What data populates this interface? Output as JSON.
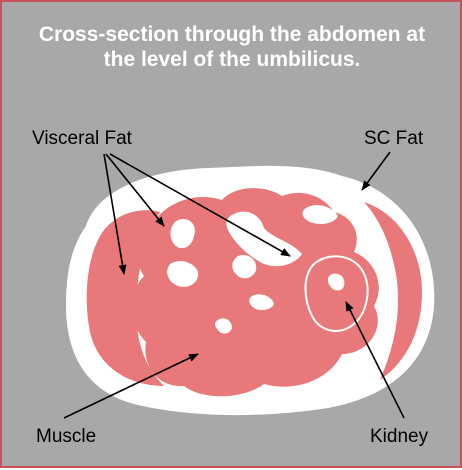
{
  "title": "Cross-section through the abdomen at the level of the umbilicus.",
  "labels": {
    "visceral_fat": "Visceral Fat",
    "sc_fat": "SC Fat",
    "muscle": "Muscle",
    "kidney": "Kidney"
  },
  "colors": {
    "background": "#a8a8a8",
    "border": "#c8505a",
    "fat": "#ffffff",
    "tissue": "#e8787a",
    "title_text": "#ffffff"
  }
}
